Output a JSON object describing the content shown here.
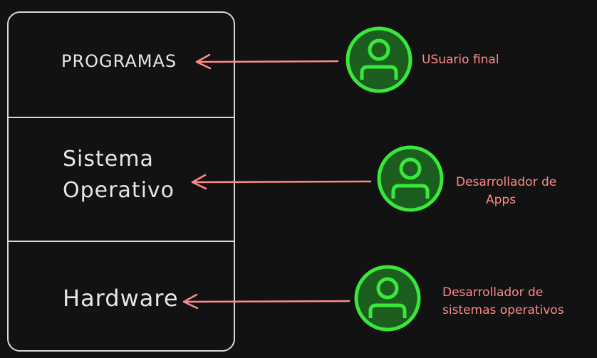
{
  "layers": [
    {
      "label": "PROGRAMAS"
    },
    {
      "label_line1": "Sistema",
      "label_line2": "Operativo"
    },
    {
      "label": "Hardware"
    }
  ],
  "roles": [
    {
      "label": "USuario final"
    },
    {
      "label_line1": "Desarrollador de",
      "label_line2": "Apps"
    },
    {
      "label_line1": "Desarrollador de",
      "label_line2": "sistemas operativos"
    }
  ],
  "colors": {
    "background": "#121212",
    "box_stroke": "#d8d8d8",
    "layer_text": "#e6e6e6",
    "arrow": "#ff8a8a",
    "role_text": "#ff8a8a",
    "user_fill": "#1b5e20",
    "user_stroke": "#39e83a"
  },
  "icons": [
    "user-icon"
  ]
}
